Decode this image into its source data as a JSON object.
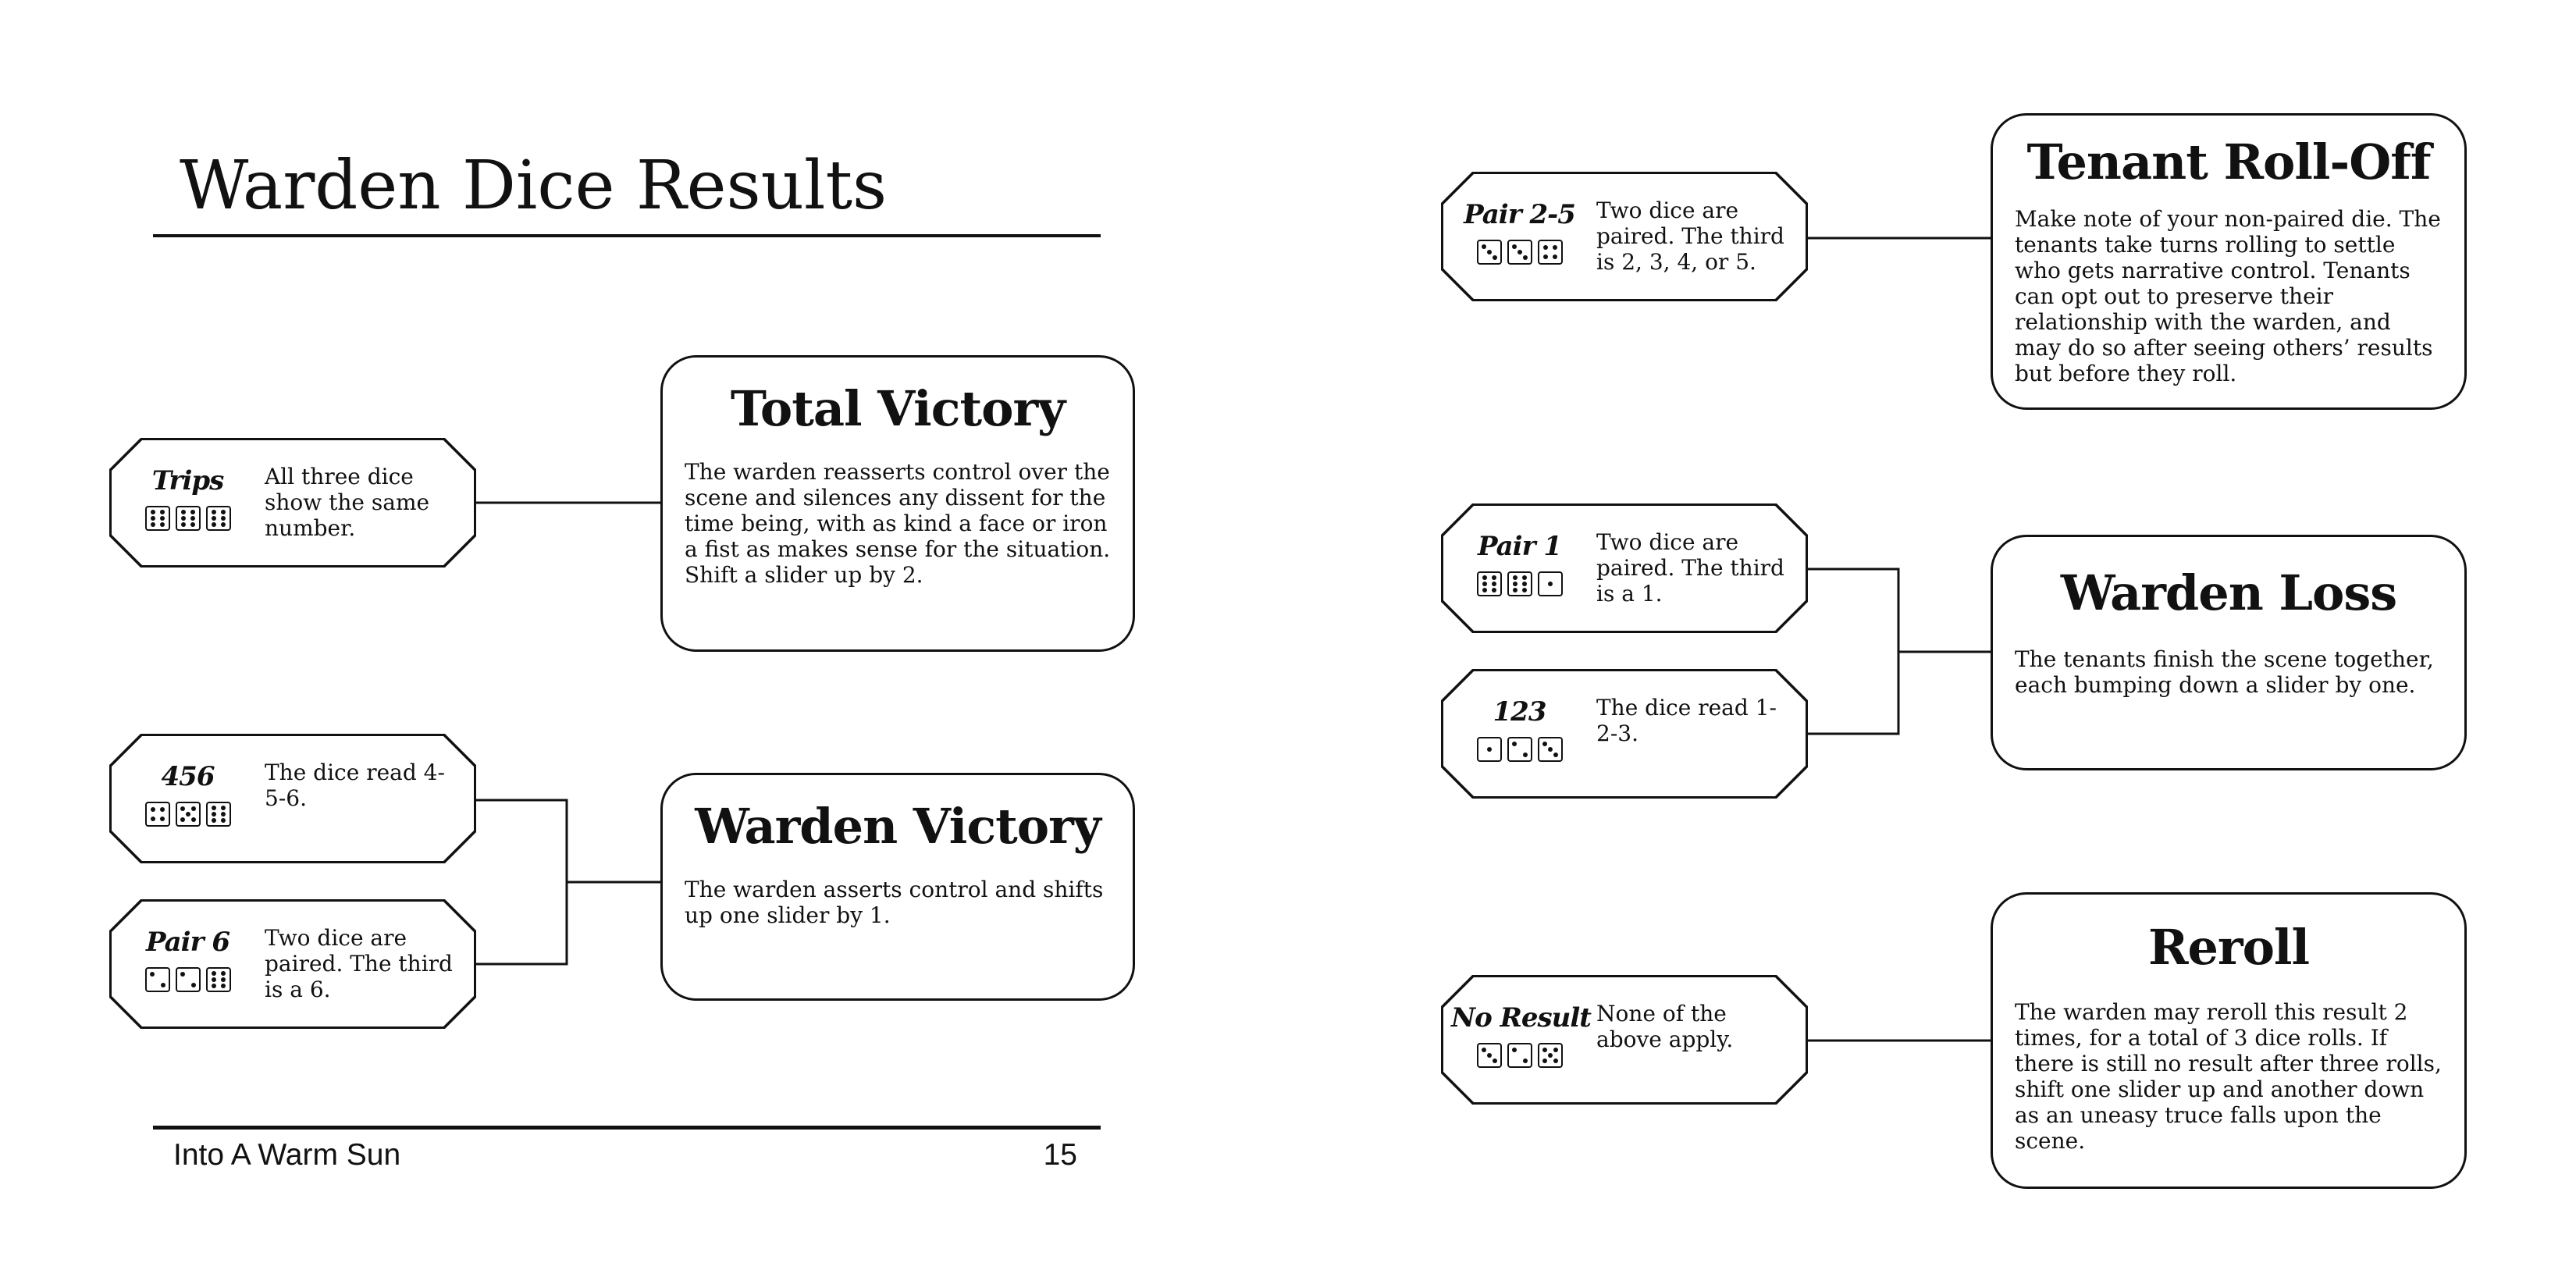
{
  "page": {
    "title": "Warden Dice Results",
    "footer_title": "Into A Warm Sun",
    "page_number": "15"
  },
  "rolls": {
    "trips": {
      "name": "Trips",
      "desc": "All three dice show the same number.",
      "dice": [
        6,
        6,
        6
      ]
    },
    "r456": {
      "name": "456",
      "desc": "The dice read 4-5-6.",
      "dice": [
        4,
        5,
        6
      ]
    },
    "pair6": {
      "name": "Pair 6",
      "desc": "Two dice are paired. The third is a 6.",
      "dice": [
        2,
        2,
        6
      ]
    },
    "pair25": {
      "name": "Pair 2-5",
      "desc": "Two dice are paired. The third is 2, 3, 4, or 5.",
      "dice": [
        3,
        3,
        4
      ]
    },
    "pair1": {
      "name": "Pair 1",
      "desc": "Two dice are paired. The third is a 1.",
      "dice": [
        6,
        6,
        1
      ]
    },
    "r123": {
      "name": "123",
      "desc": "The dice read 1-2-3.",
      "dice": [
        1,
        2,
        3
      ]
    },
    "noresult": {
      "name": "No Result",
      "desc": "None of the above apply.",
      "dice": [
        3,
        2,
        5
      ]
    }
  },
  "results": {
    "total_victory": {
      "title": "Total Victory",
      "text": "The warden reasserts control over the scene and silences any dissent for the time being, with as kind a face or iron a fist as makes sense for the situation. Shift a slider up by 2."
    },
    "warden_victory": {
      "title": "Warden Victory",
      "text": "The warden asserts control and shifts up one slider by 1."
    },
    "tenant_rolloff": {
      "title": "Tenant Roll-Off",
      "text": "Make note of your non-paired die. The tenants take turns rolling to settle who gets narrative control. Tenants can opt out to preserve their relationship with the warden, and may do so after seeing others’ results but before they roll."
    },
    "warden_loss": {
      "title": "Warden Loss",
      "text": "The tenants finish the scene together, each bumping down a slider by one."
    },
    "reroll": {
      "title": "Reroll",
      "text": "The warden may reroll this result 2 times, for a total of 3 dice rolls. If there is still no result after three rolls, shift one slider up and another down as an uneasy truce falls upon the scene."
    }
  }
}
